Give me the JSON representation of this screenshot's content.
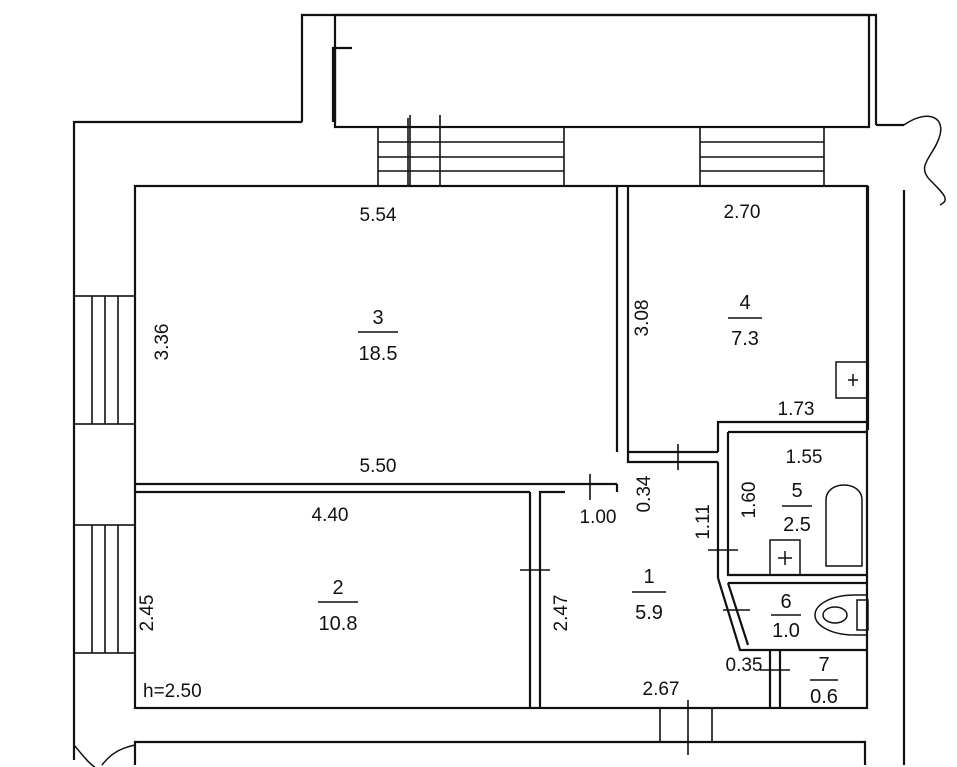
{
  "height_label": "h=2.50",
  "rooms": [
    {
      "number": "1",
      "area": "5.9"
    },
    {
      "number": "2",
      "area": "10.8"
    },
    {
      "number": "3",
      "area": "18.5"
    },
    {
      "number": "4",
      "area": "7.3"
    },
    {
      "number": "5",
      "area": "2.5"
    },
    {
      "number": "6",
      "area": "1.0"
    },
    {
      "number": "7",
      "area": "0.6"
    }
  ],
  "dimensions": {
    "room3_top": "5.54",
    "room3_side": "3.36",
    "room3_bottom": "5.50",
    "room4_top": "2.70",
    "room4_side": "3.08",
    "room4_bottom": "1.73",
    "room2_top": "4.40",
    "room2_side": "2.45",
    "hall_side": "2.47",
    "hall_bottom": "2.67",
    "doorway": "1.00",
    "hall_step": "0.34",
    "hall_right": "1.11",
    "bath_width": "1.55",
    "bath_height": "1.60",
    "wc_width": "0.35"
  },
  "colors": {
    "line": "#111111",
    "background": "#ffffff"
  }
}
